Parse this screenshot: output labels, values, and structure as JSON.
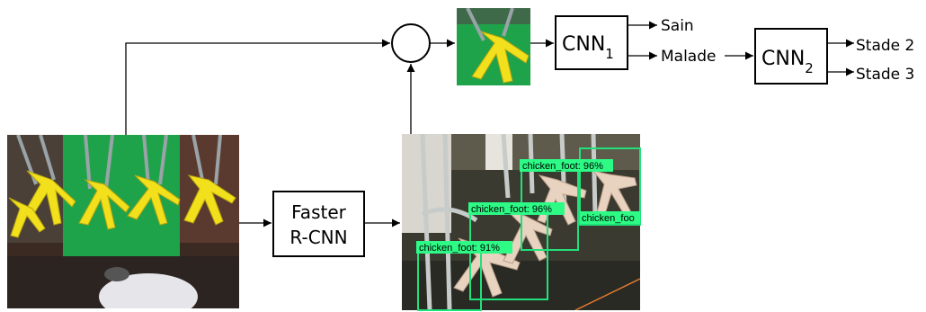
{
  "pipeline": {
    "detector_label_line1": "Faster",
    "detector_label_line2": "R-CNN",
    "cnn1_base": "CNN",
    "cnn1_sub": "1",
    "cnn2_base": "CNN",
    "cnn2_sub": "2",
    "output_healthy": "Sain",
    "output_sick": "Malade",
    "stage2": "Stade 2",
    "stage3": "Stade 3"
  },
  "detections": [
    {
      "label": "chicken_foot: 96%"
    },
    {
      "label": "chicken_foot: 96%"
    },
    {
      "label": "chicken_foot: 91%"
    },
    {
      "label": "chicken_foo"
    }
  ],
  "colors": {
    "green_background": "#1fa34a",
    "detection_box": "#22e07a",
    "detection_label_bg": "#2dfb86",
    "foot_yellow": "#f2e01c"
  }
}
